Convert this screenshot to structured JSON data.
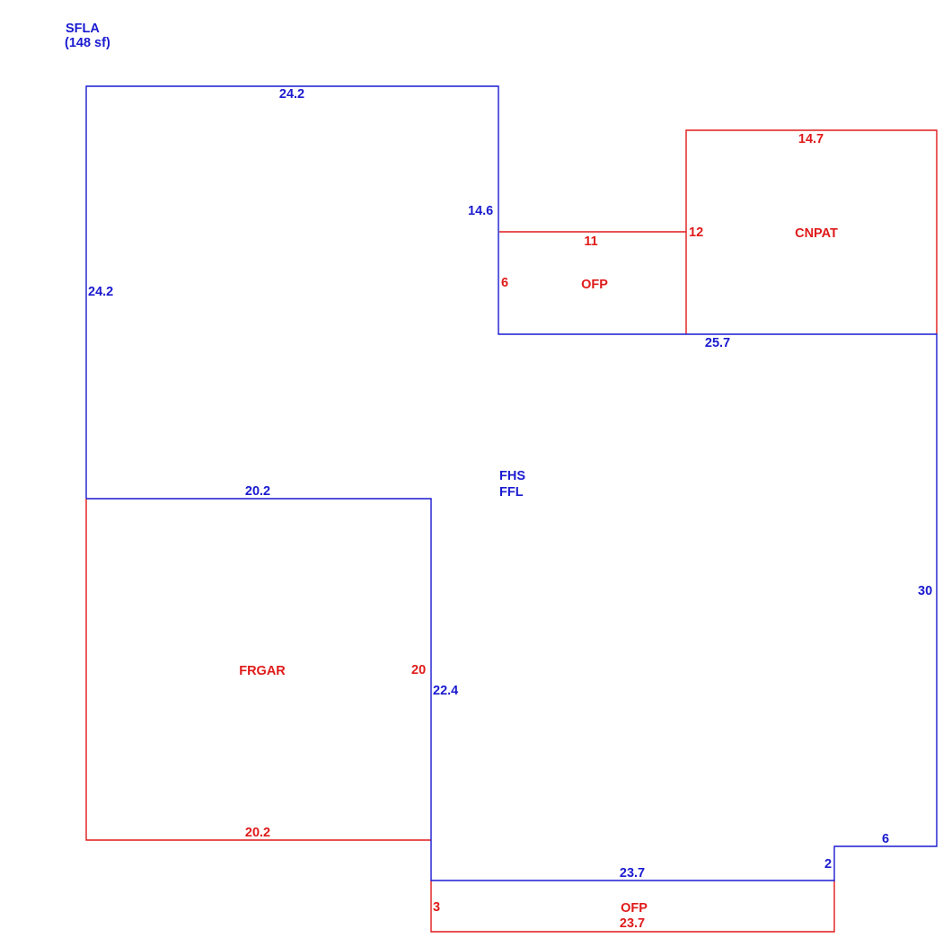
{
  "colors": {
    "living_area": "#1a1ad0",
    "non_living_area": "#e01a1a"
  },
  "header": {
    "code": "SFLA",
    "area": "(148 sf)"
  },
  "main_area": {
    "line1": "FHS",
    "line2": "FFL",
    "dims": {
      "top": "24.2",
      "left": "24.2",
      "inner_right": "14.6",
      "step_bottom": "25.7",
      "right": "30",
      "bottom_step": "6",
      "step_down": "2",
      "bottom": "23.7",
      "garage_side": "22.4",
      "garage_top": "20.2"
    }
  },
  "garage": {
    "label": "FRGAR",
    "dims": {
      "side": "20",
      "bottom": "20.2"
    }
  },
  "porch_top": {
    "label": "OFP",
    "dims": {
      "top": "11",
      "left": "6"
    }
  },
  "patio": {
    "label": "CNPAT",
    "dims": {
      "top": "14.7",
      "left": "12"
    }
  },
  "porch_bottom": {
    "label": "OFP",
    "dims": {
      "left": "3",
      "bottom": "23.7"
    }
  }
}
